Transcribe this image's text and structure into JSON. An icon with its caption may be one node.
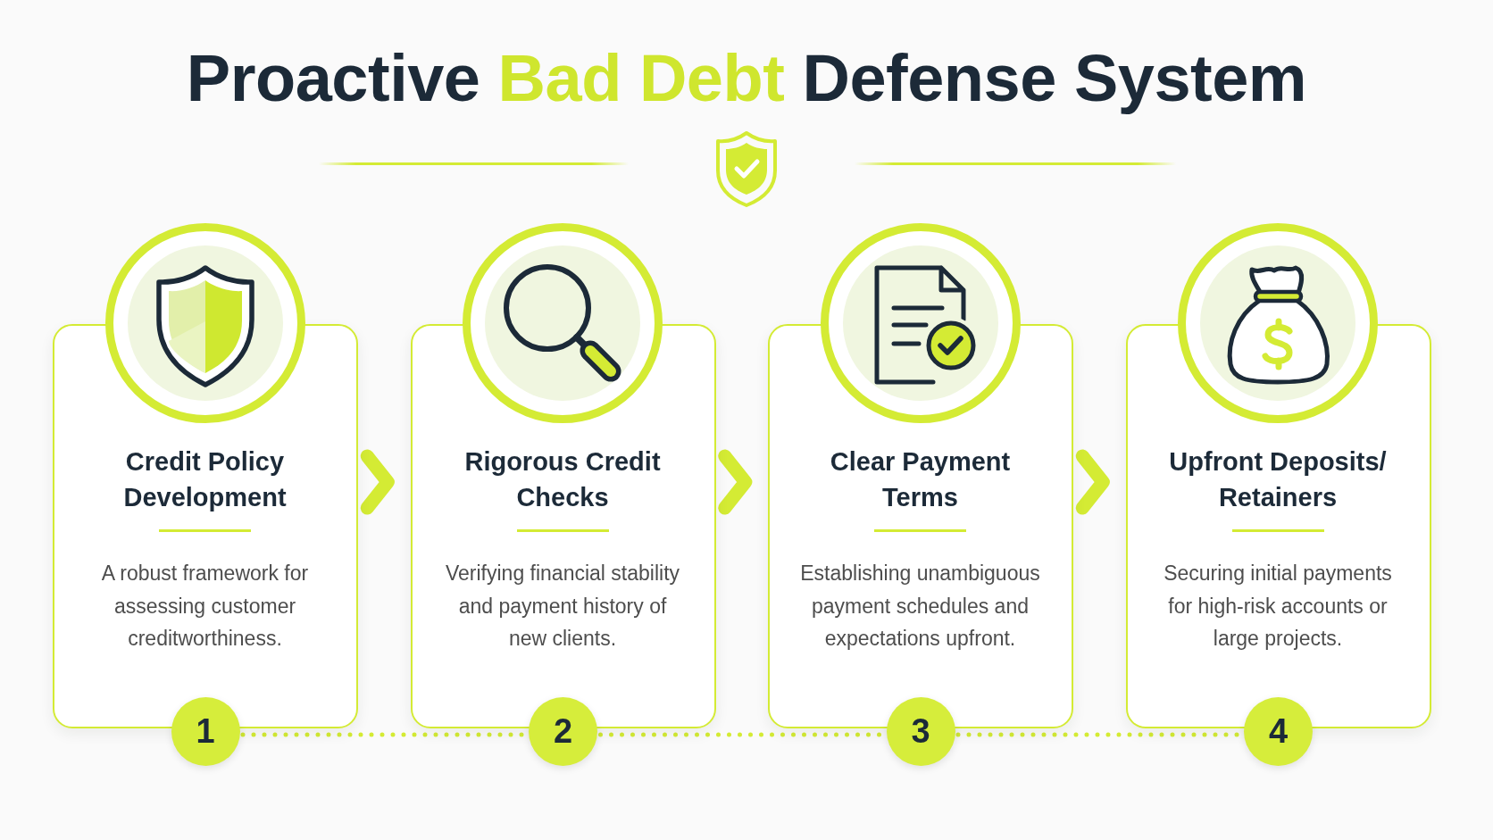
{
  "diagram": {
    "title": "Proactive **Bad Debt** Defense System",
    "nodes": [
      {
        "text": [
          "Credit Policy Development",
          "A robust framework for assessing customer creditworthiness."
        ]
      },
      {
        "text": [
          "Rigorous Credit Checks",
          "Verifying financial stability and payment history of new clients."
        ]
      },
      {
        "text": [
          "Clear Payment Terms",
          "Establishing unambiguous payment schedules and expectations upfront."
        ]
      },
      {
        "text": [
          "Upfront Deposits/ Retainers",
          "Securing initial payments for high-risk accounts or large projects."
        ]
      },
      {
        "text": [
          "1"
        ]
      },
      {
        "text": [
          "2"
        ]
      },
      {
        "text": [
          "3"
        ]
      },
      {
        "text": [
          "4"
        ]
      }
    ],
    "edges": [
      {
        "from": 0,
        "to": 1,
        "arrow": "to",
        "style": "thick"
      },
      {
        "from": 1,
        "to": 2,
        "arrow": "to",
        "style": "thick"
      },
      {
        "from": 2,
        "to": 3,
        "arrow": "to",
        "style": "thick"
      },
      {
        "from": 4,
        "to": 5,
        "arrow": "none",
        "style": "dashed"
      },
      {
        "from": 5,
        "to": 6,
        "arrow": "none",
        "style": "dashed"
      },
      {
        "from": 6,
        "to": 7,
        "arrow": "none",
        "style": "dashed"
      }
    ]
  }
}
